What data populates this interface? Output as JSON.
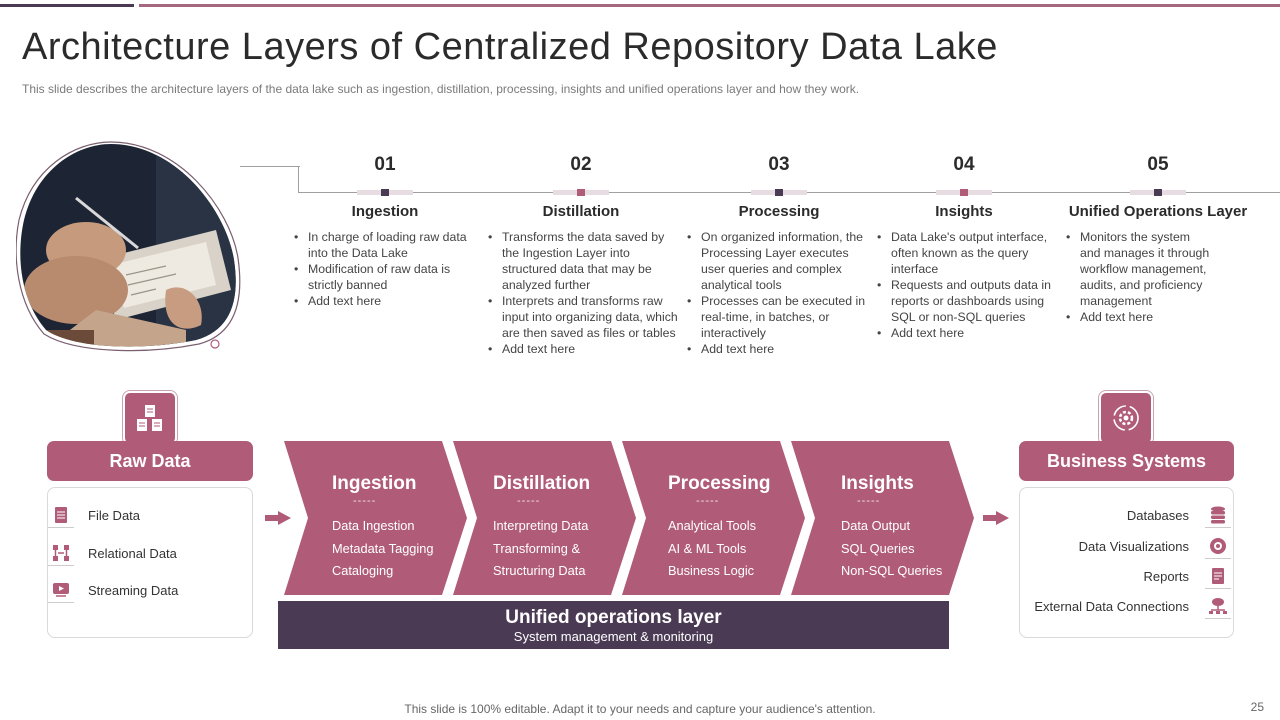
{
  "header": {
    "title": "Architecture Layers of Centralized Repository Data Lake",
    "subtitle": "This slide describes the architecture layers of the data lake such as ingestion, distillation, processing, insights and unified operations layer and how they work."
  },
  "steps": [
    {
      "num": "01",
      "title": "Ingestion",
      "bullets": [
        "In charge of loading raw data into the Data Lake",
        "Modification of raw data is strictly banned",
        "Add text here"
      ]
    },
    {
      "num": "02",
      "title": "Distillation",
      "bullets": [
        "Transforms the data saved by the Ingestion Layer into structured data that may be analyzed further",
        "Interprets and transforms raw input into organizing data, which are then saved as files or tables",
        "Add text here"
      ]
    },
    {
      "num": "03",
      "title": "Processing",
      "bullets": [
        "On organized information, the Processing Layer executes user queries and complex analytical tools",
        "Processes can be executed in real-time, in batches, or interactively",
        "Add text here"
      ]
    },
    {
      "num": "04",
      "title": "Insights",
      "bullets": [
        "Data Lake's output interface, often known as the query interface",
        "Requests and outputs data in reports or dashboards using SQL or non-SQL queries",
        "Add text here"
      ]
    },
    {
      "num": "05",
      "title": "Unified Operations Layer",
      "bullets": [
        "Monitors the system and manages it through workflow management, audits, and proficiency management",
        "Add text here"
      ]
    }
  ],
  "raw_data": {
    "title": "Raw Data",
    "icon": "documents-icon",
    "items": [
      {
        "label": "File Data",
        "icon": "file-icon"
      },
      {
        "label": "Relational Data",
        "icon": "relational-icon"
      },
      {
        "label": "Streaming Data",
        "icon": "streaming-icon"
      }
    ]
  },
  "layers": [
    {
      "title": "Ingestion",
      "dash": "-----",
      "lines": [
        "Data Ingestion",
        "Metadata Tagging",
        "Cataloging"
      ]
    },
    {
      "title": "Distillation",
      "dash": "-----",
      "lines": [
        "Interpreting Data",
        "Transforming  &",
        "Structuring Data"
      ]
    },
    {
      "title": "Processing",
      "dash": "-----",
      "lines": [
        "Analytical Tools",
        "AI & ML Tools",
        "Business Logic"
      ]
    },
    {
      "title": "Insights",
      "dash": "-----",
      "lines": [
        "Data Output",
        "SQL Queries",
        "Non-SQL  Queries"
      ]
    }
  ],
  "unified": {
    "title": "Unified operations layer",
    "subtitle": "System management  & monitoring"
  },
  "business_systems": {
    "title": "Business Systems",
    "icon": "gear-cycle-icon",
    "items": [
      {
        "label": "Databases",
        "icon": "database-icon"
      },
      {
        "label": "Data Visualizations",
        "icon": "visualization-icon"
      },
      {
        "label": "Reports",
        "icon": "report-icon"
      },
      {
        "label": "External Data Connections",
        "icon": "network-icon"
      }
    ]
  },
  "footer": {
    "text": "This slide is 100% editable. Adapt it to your needs and capture your audience's attention.",
    "page": "25"
  },
  "colors": {
    "accent": "#b05c78",
    "dark": "#4a3a54"
  }
}
